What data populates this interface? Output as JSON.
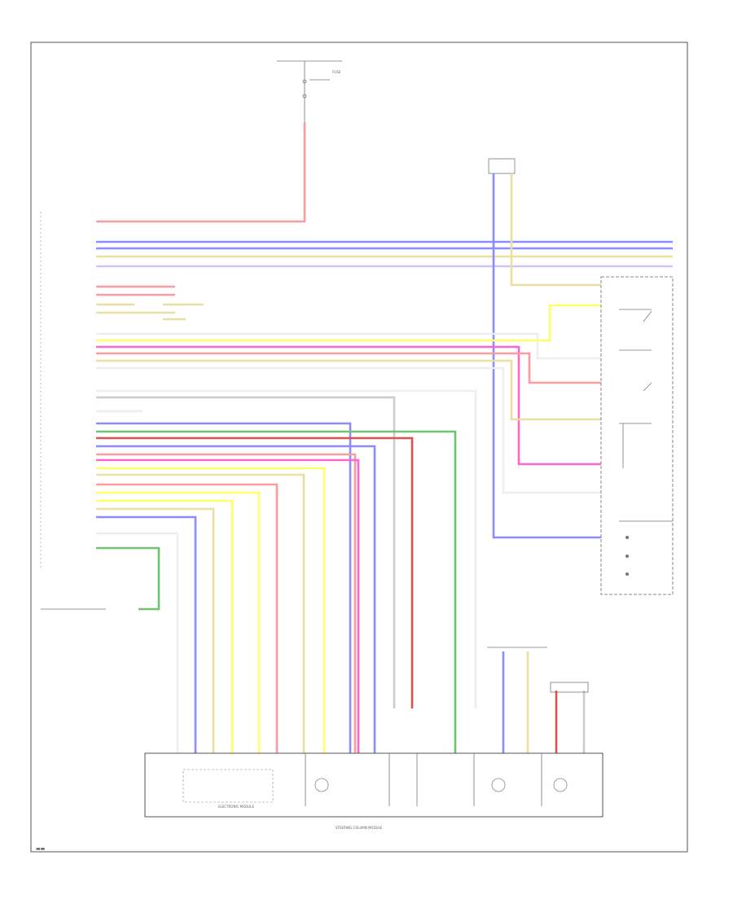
{
  "diagram": {
    "page_marker": "▬▬",
    "module_label": "ELECTRONIC MODULE",
    "bottom_caption": "STEERING COLUMN MODULE",
    "top_fuse_label": "FUSE",
    "colors": {
      "red": "#ff9aa0",
      "blue": "#8a8cff",
      "yellow": "#ffff66",
      "tan": "#e8dfa0",
      "green": "#6cc46c",
      "pink": "#ff66cc",
      "gray": "#cccccc",
      "darkred": "#e05050",
      "lightblue": "#c8c8ff"
    }
  }
}
